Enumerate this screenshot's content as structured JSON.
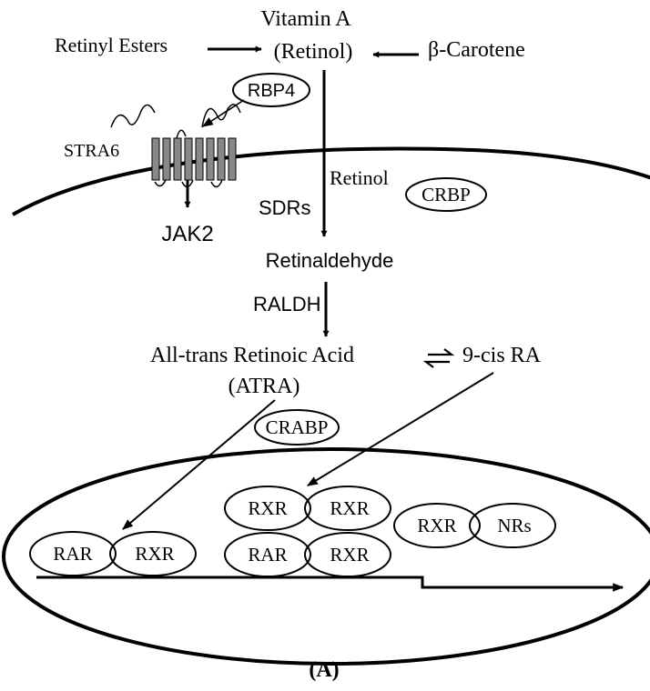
{
  "labels": {
    "vitamin_a": "Vitamin A",
    "retinol_paren": "(Retinol)",
    "retinyl_esters": "Retinyl Esters",
    "beta_carotene": "β-Carotene",
    "rbp4": "RBP4",
    "stra6": "STRA6",
    "jak2": "JAK2",
    "retinol": "Retinol",
    "crbp": "CRBP",
    "sdrs": "SDRs",
    "retinaldehyde": "Retinaldehyde",
    "raldh": "RALDH",
    "atra_full": "All-trans Retinoic Acid",
    "atra_abbr": "(ATRA)",
    "cis_ra": "9-cis RA",
    "crabp": "CRABP",
    "panel": "(A)"
  },
  "receptors": {
    "rar_rxr_left": [
      "RAR",
      "RXR"
    ],
    "rxr_rxr": [
      "RXR",
      "RXR"
    ],
    "rar_rxr_mid": [
      "RAR",
      "RXR"
    ],
    "rxr_nrs": [
      "RXR",
      "NRs"
    ]
  }
}
